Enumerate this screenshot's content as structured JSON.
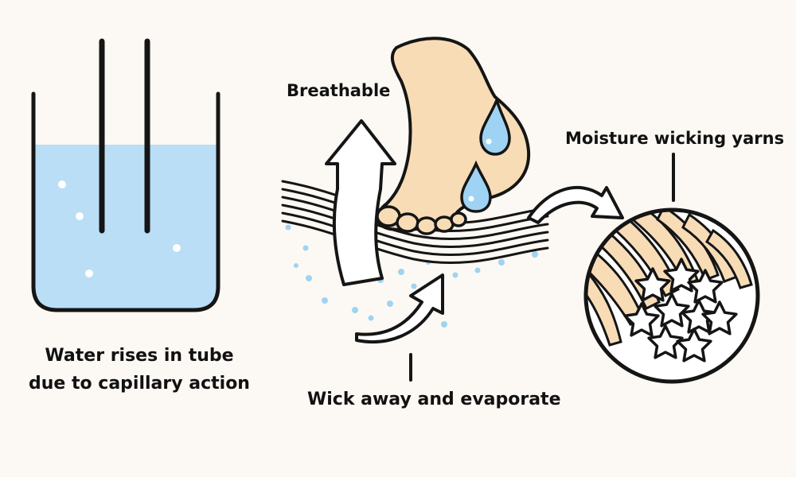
{
  "labels": {
    "capillary_line1": "Water rises in tube",
    "capillary_line2": "due to capillary action",
    "breathable": "Breathable",
    "wick": "Wick away and evaporate",
    "yarns": "Moisture wicking yarns"
  },
  "colors": {
    "background": "#fcf8f3",
    "water": "#b9def6",
    "skin": "#f8dcb6",
    "droplet": "#9fd3f3",
    "fabric": "#ffffff",
    "ink": "#111111"
  },
  "icons": {
    "beaker": "beaker-icon",
    "foot": "foot-icon",
    "sweat": "sweat-drop-icon",
    "fabric": "fabric-layers-icon",
    "yarn_magnifier": "magnifier-circle-icon",
    "fiber_star": "star-fiber-icon"
  }
}
